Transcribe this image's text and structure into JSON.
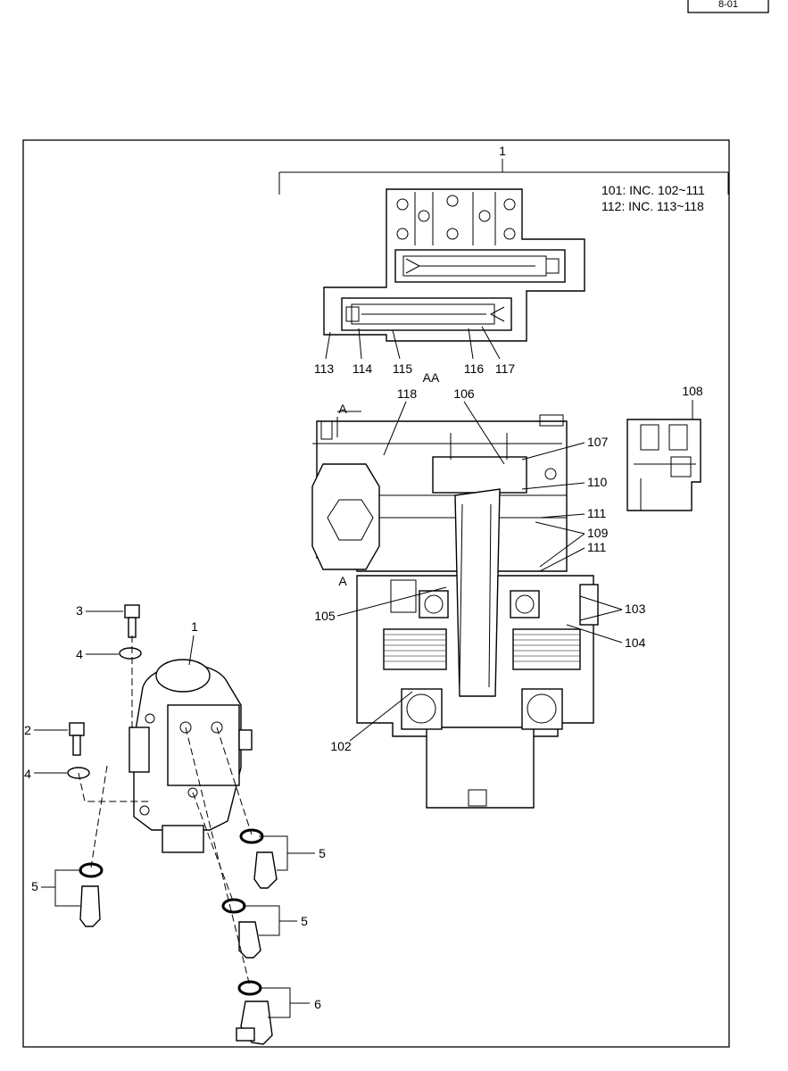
{
  "page_number": "8-01",
  "assembly_callout": "1",
  "notes": [
    "101: INC. 102~111",
    "112: INC. 113~118"
  ],
  "section_label": "AA",
  "view_labels": {
    "top": "A",
    "bottom": "A"
  },
  "valve_labels": [
    "113",
    "114",
    "115",
    "116",
    "117"
  ],
  "section_labels": {
    "l118": "118",
    "l106": "106",
    "l108": "108",
    "l107": "107",
    "l110": "110",
    "l111a": "111",
    "l109": "109",
    "l111b": "111",
    "l105": "105",
    "l103": "103",
    "l104": "104",
    "l102": "102"
  },
  "exploded_labels": {
    "l3": "3",
    "l4a": "4",
    "l1": "1",
    "l2": "2",
    "l4b": "4",
    "l5a": "5",
    "l5b": "5",
    "l5c": "5",
    "l6": "6"
  }
}
